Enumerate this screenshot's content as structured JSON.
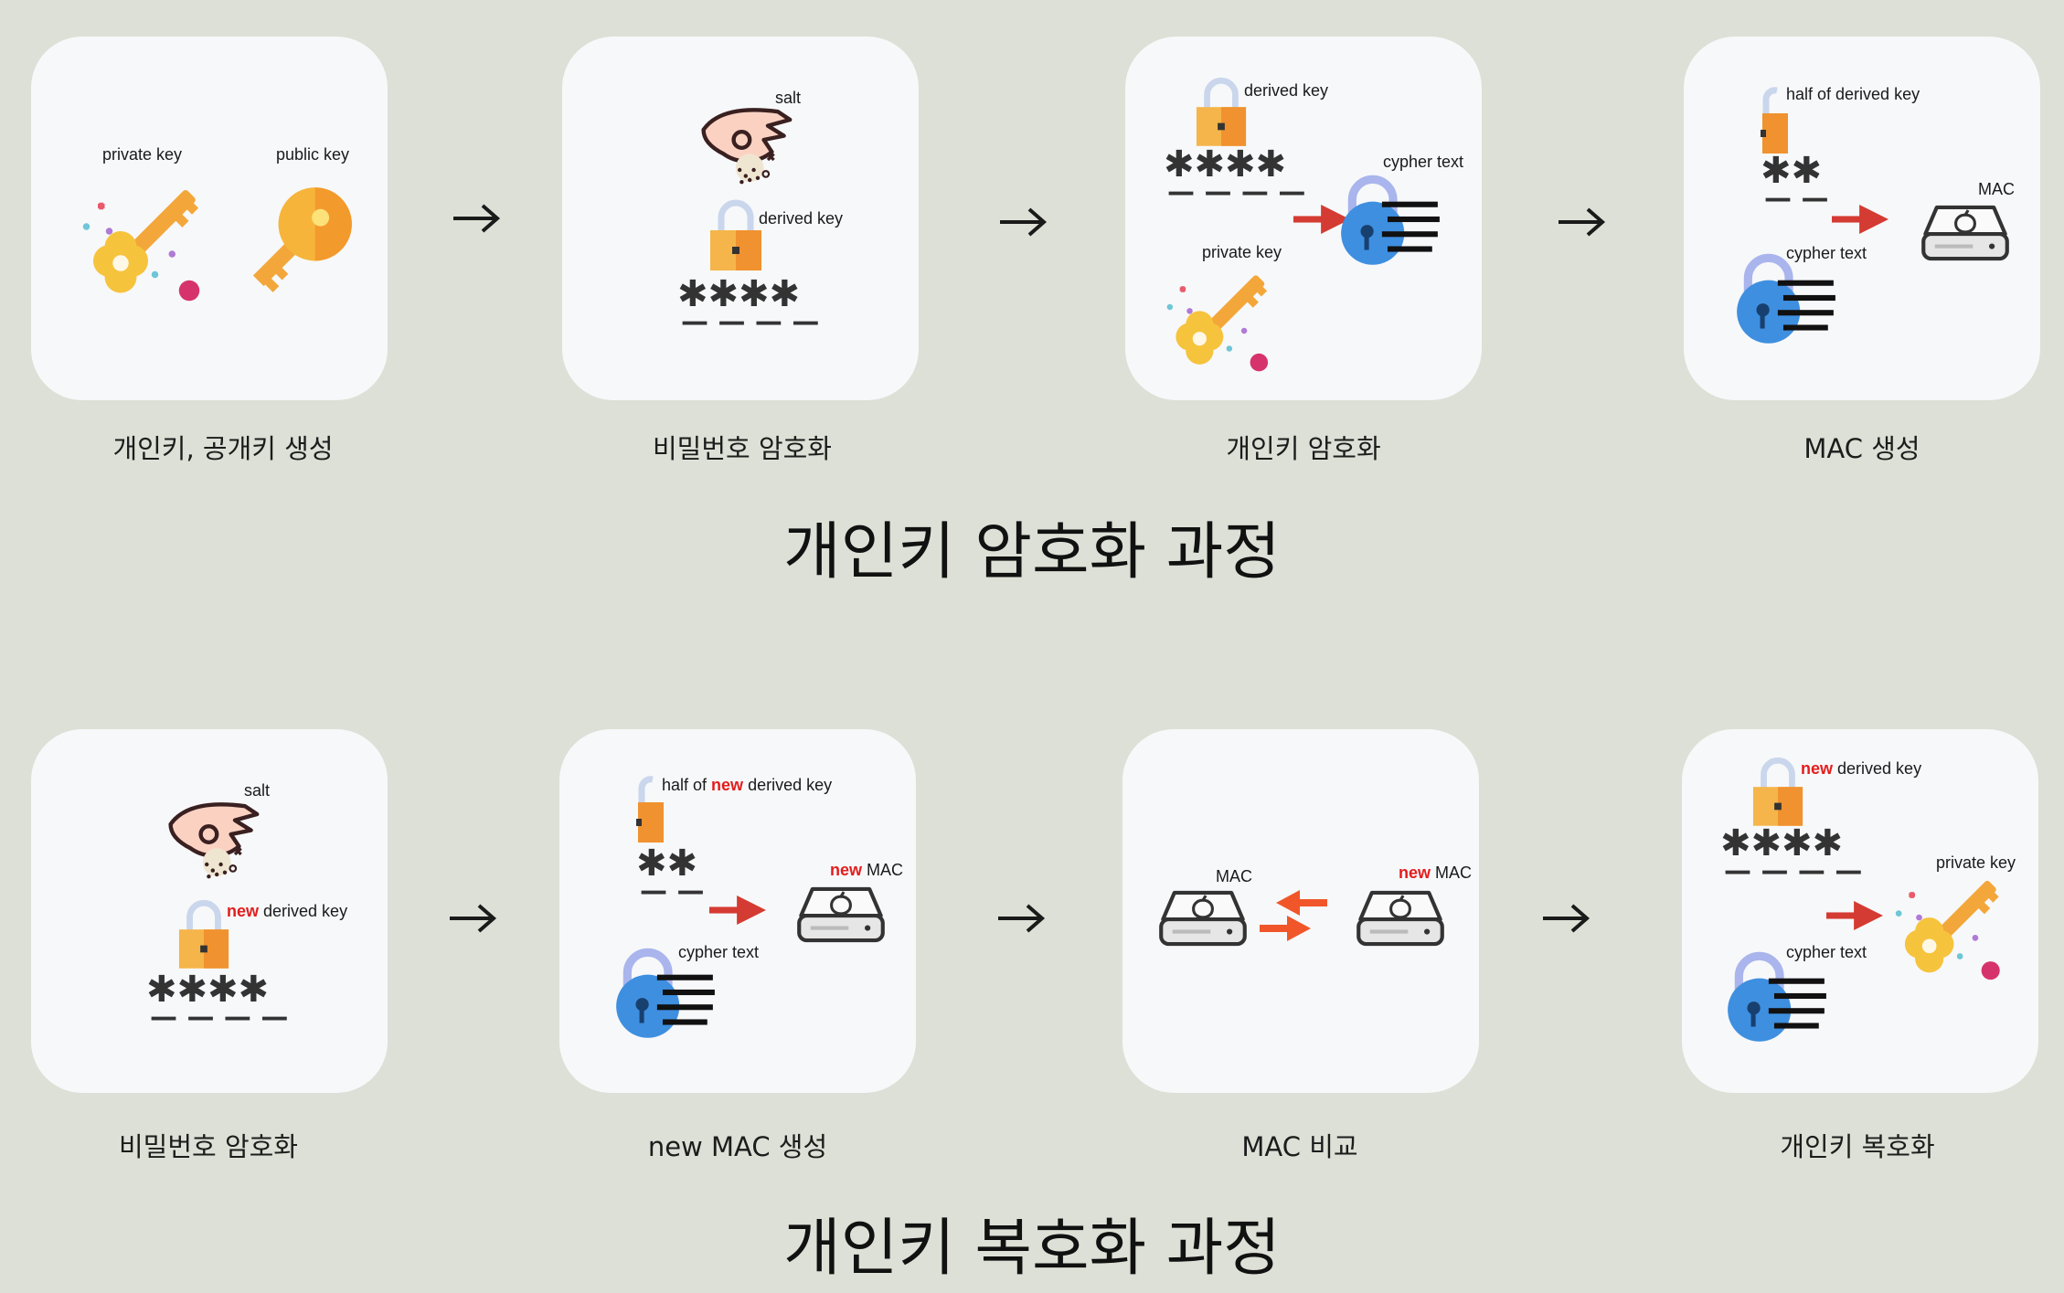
{
  "encrypt": {
    "title": "개인키 암호화 과정",
    "steps": [
      {
        "caption": "개인키, 공개키 생성",
        "labels": {
          "private_key": "private key",
          "public_key": "public key"
        }
      },
      {
        "caption": "비밀번호 암호화",
        "labels": {
          "salt": "salt",
          "derived_key": "derived key",
          "stars": "✱✱✱✱",
          "dashes": "— — — —"
        }
      },
      {
        "caption": "개인키 암호화",
        "labels": {
          "derived_key": "derived key",
          "cypher_text": "cypher text",
          "private_key": "private key",
          "stars": "✱✱✱✱",
          "dashes": "— — — —"
        }
      },
      {
        "caption": "MAC 생성",
        "labels": {
          "half_derived_key": "half of derived key",
          "mac": "MAC",
          "cypher_text": "cypher text",
          "stars": "✱✱",
          "dashes": "— —"
        }
      }
    ]
  },
  "decrypt": {
    "title": "개인키 복호화 과정",
    "steps": [
      {
        "caption": "비밀번호 암호화",
        "labels": {
          "salt": "salt",
          "new": "new",
          "derived_key": " derived key",
          "stars": "✱✱✱✱",
          "dashes": "— — — —"
        }
      },
      {
        "caption": "new MAC 생성",
        "labels": {
          "half_of": "half of ",
          "new": "new",
          "derived_key": " derived key",
          "new_mac_new": "new",
          "new_mac_mac": " MAC",
          "cypher_text": "cypher text",
          "stars": "✱✱",
          "dashes": "— —"
        }
      },
      {
        "caption": "MAC 비교",
        "labels": {
          "mac": "MAC",
          "new": "new",
          "new_mac_mac": " MAC"
        }
      },
      {
        "caption": "개인키 복호화",
        "labels": {
          "new": "new",
          "derived_key": " derived key",
          "private_key": "private key",
          "cypher_text": "cypher text",
          "stars": "✱✱✱✱",
          "dashes": "— — — —"
        }
      }
    ]
  },
  "flow_arrow": "→",
  "colors": {
    "background": "#dde0d6",
    "card": "#f7f8fa",
    "red_arrow": "#d43b32",
    "orange_arrow": "#f0562a",
    "new_text": "#e31d1d",
    "lock_orange": "#f2a33a",
    "lock_blue": "#3e8fe0",
    "key_yellow": "#f6c33d"
  }
}
